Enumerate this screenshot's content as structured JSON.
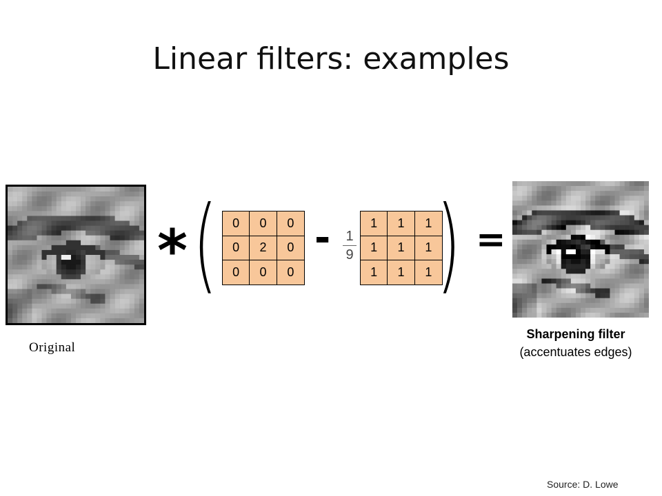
{
  "title": "Linear filters: examples",
  "original": {
    "label": "Original"
  },
  "kernel_identity2": {
    "values": [
      "0",
      "0",
      "0",
      "0",
      "2",
      "0",
      "0",
      "0",
      "0"
    ]
  },
  "fraction": {
    "numerator": "1",
    "denominator": "9"
  },
  "kernel_box": {
    "values": [
      "1",
      "1",
      "1",
      "1",
      "1",
      "1",
      "1",
      "1",
      "1"
    ]
  },
  "operators": {
    "conv": "*",
    "paren_open": "(",
    "paren_close": ")",
    "minus": "-",
    "equals": "="
  },
  "result": {
    "title": "Sharpening filter",
    "subtitle": "(accentuates edges)"
  },
  "source": "Source: D. Lowe",
  "colors": {
    "kernel_fill": "#f8c79a",
    "background": "#ffffff"
  }
}
